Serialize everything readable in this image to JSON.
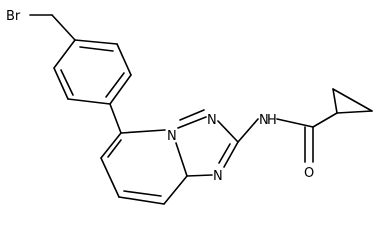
{
  "molecule": {
    "atoms": {
      "br": "Br",
      "n_amide": "N",
      "h_amide": "H",
      "o_carbonyl": "O",
      "n_top": "N",
      "n_bottom": "N",
      "n_bridge": "N"
    },
    "colors": {
      "bonds": "#000000",
      "labels": "#000000",
      "background": "#ffffff"
    }
  }
}
